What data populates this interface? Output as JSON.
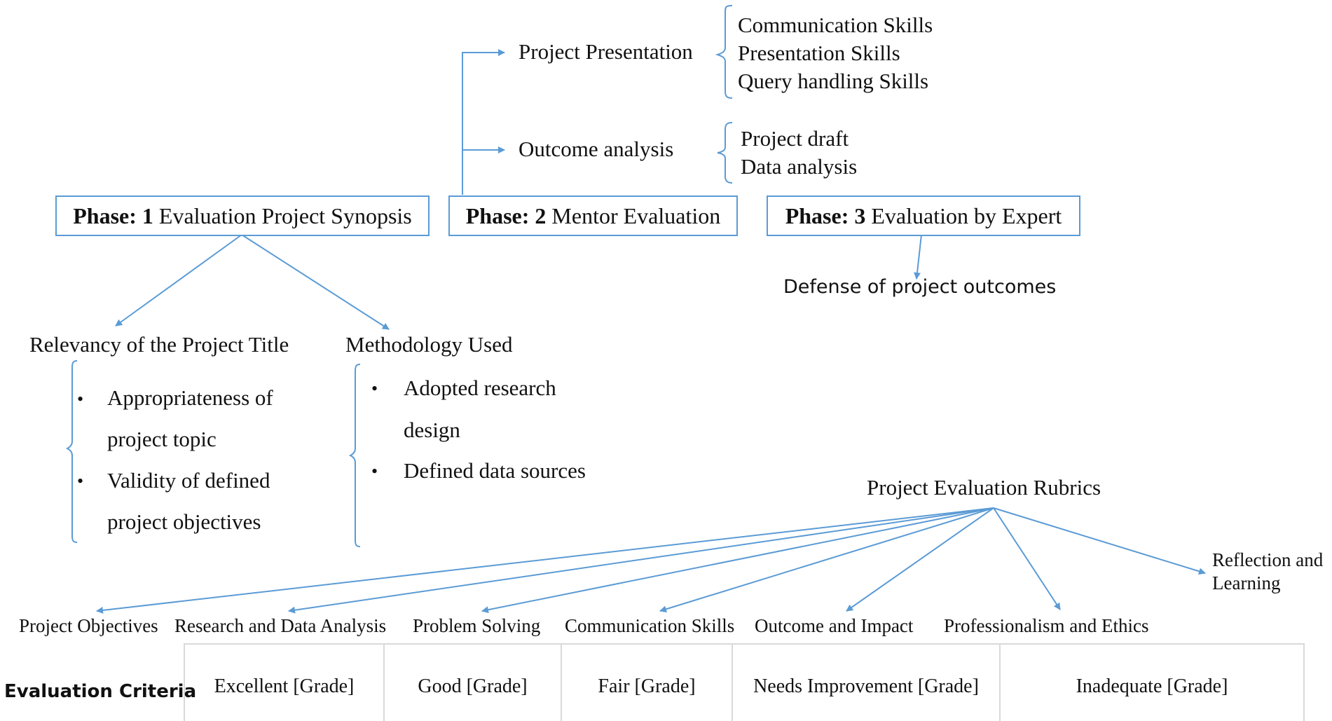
{
  "phases": [
    {
      "bold": "Phase: 1",
      "text": "Evaluation Project Synopsis"
    },
    {
      "bold": "Phase: 2",
      "text": "Mentor Evaluation"
    },
    {
      "bold": "Phase: 3",
      "text": "Evaluation by Expert"
    }
  ],
  "phase2": {
    "presentation": {
      "label": "Project Presentation",
      "items": [
        "Communication Skills",
        "Presentation Skills",
        "Query handling Skills"
      ]
    },
    "outcome": {
      "label": "Outcome analysis",
      "items": [
        "Project draft",
        "Data analysis"
      ]
    }
  },
  "phase3": {
    "child": "Defense of project outcomes"
  },
  "phase1": {
    "left": {
      "title": "Relevancy of the Project Title",
      "lines": [
        "Appropriateness of",
        "project topic",
        "Validity of defined",
        "project objectives"
      ]
    },
    "right": {
      "title": "Methodology Used",
      "lines": [
        "Adopted research",
        "design",
        "Defined data sources"
      ]
    }
  },
  "rubrics": {
    "title": "Project Evaluation Rubrics",
    "items": [
      "Project Objectives",
      "Research and Data Analysis",
      "Problem Solving",
      "Communication Skills",
      "Outcome and Impact",
      "Professionalism and Ethics"
    ],
    "last_line1": "Reflection and",
    "last_line2": "Learning"
  },
  "criteria": {
    "label": "Evaluation Criteria",
    "grades": [
      "Excellent [Grade]",
      "Good [Grade]",
      "Fair [Grade]",
      "Needs Improvement [Grade]",
      "Inadequate [Grade]"
    ]
  },
  "colors": {
    "line": "#5b9bd5",
    "grid": "#d9d9d9"
  }
}
